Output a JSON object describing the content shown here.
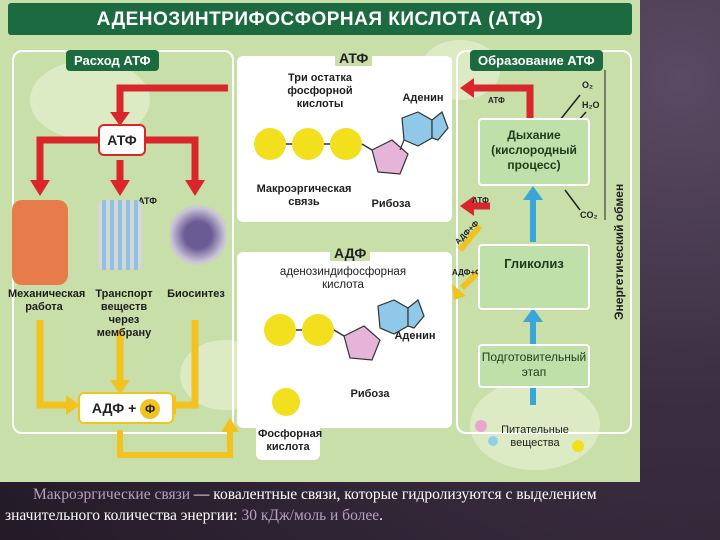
{
  "poster": {
    "title": "АДЕНОЗИНТРИФОСФОРНАЯ КИСЛОТА (АТФ)",
    "left": {
      "badge": "Расход АТФ",
      "atp": "АТФ",
      "labels": [
        "Механическая работа",
        "Транспорт веществ через мембрану",
        "Биосинтез"
      ],
      "small_atp": "АТФ",
      "adf_plus": "АДФ +",
      "f": "Ф"
    },
    "center": {
      "atp_head": "АТФ",
      "three_phos": "Три остатка фосфорной кислоты",
      "adenine": "Аденин",
      "macro": "Макроэргическая связь",
      "ribose": "Рибоза",
      "adf_head": "АДФ",
      "adf_name": "аденозиндифосфорная кислота",
      "adenine2": "Аденин",
      "ribose2": "Рибоза",
      "phos_acid": "Фосфорная кислота"
    },
    "right": {
      "badge": "Образование АТФ",
      "o2": "O₂",
      "h2o": "H₂O",
      "co2": "CO₂",
      "atp1": "АТФ",
      "atp2": "АТФ",
      "adf_f1": "АДФ+Ф",
      "adf_f2": "АДФ+Ф",
      "breathing": "Дыхание (кислородный процесс)",
      "glycolysis": "Гликолиз",
      "prep": "Подготовительный этап",
      "nutrients": "Питательные вещества",
      "energy": "Энергетический обмен"
    }
  },
  "caption": {
    "term": "Макроэргические связи",
    "part1": " — ковалентные связи, которые гидролизуются с выделением значительного количества энергии: ",
    "value": "30 кДж/моль и более",
    "end": "."
  }
}
